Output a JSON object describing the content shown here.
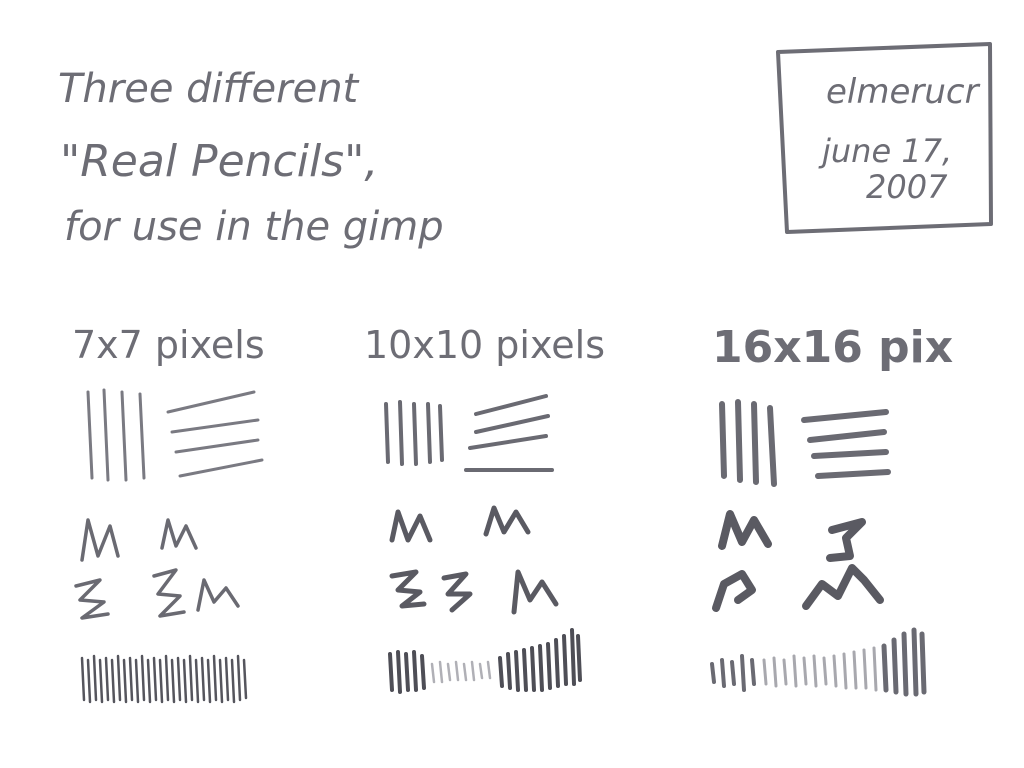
{
  "title": {
    "line1": "Three different",
    "line2": "\"Real Pencils\",",
    "line3": "for use in the gimp"
  },
  "signature": {
    "author": "elmerucr",
    "date_line1": "june 17,",
    "date_line2": "2007"
  },
  "columns": [
    {
      "label": "7x7 pixels"
    },
    {
      "label": "10x10 pixels"
    },
    {
      "label": "16x16 pix"
    }
  ],
  "colors": {
    "paper": "#ffffff",
    "graphite_light": "#8a8a92",
    "graphite": "#6d6d75",
    "graphite_dark": "#4a4a52"
  }
}
